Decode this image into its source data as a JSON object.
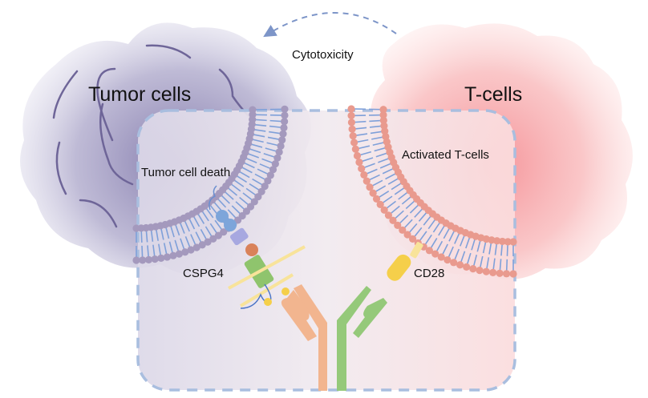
{
  "title": "CSPG4 x CD28 bispecific antibody mechanism",
  "labels": {
    "tumor_cells": "Tumor cells",
    "t_cells": "T-cells",
    "cytotoxicity": "Cytotoxicity",
    "tumor_cell_death": "Tumor cell death",
    "activated_t_cells": "Activated T-cells",
    "cspg4": "CSPG4",
    "cd28": "CD28"
  },
  "colors": {
    "tumor_blob": "#8e86b4",
    "tcell_blob": "#f7a5a8",
    "tumor_head": "#a499bd",
    "tcell_head": "#e99a8e",
    "lipid_tail": "#7fa0d9",
    "frame_dash": "#a9bedf",
    "arrow": "#7d95c8",
    "antibody_left": "#f2b58f",
    "antibody_right": "#95c97a",
    "cspg4_green": "#8fc46d",
    "ligand_orange": "#d9825a",
    "cd28_yellow": "#f5cf4a",
    "receptor_blue": "#7da5da",
    "receptor_lilac": "#a7a8e0"
  }
}
